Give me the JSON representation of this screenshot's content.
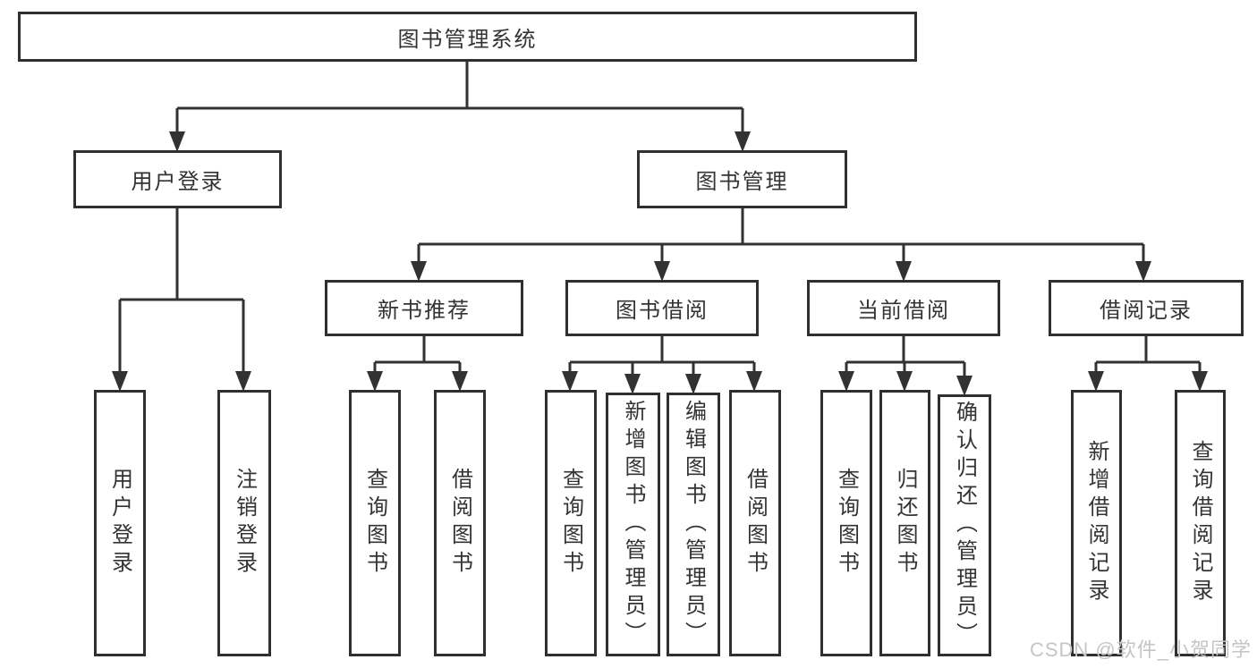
{
  "tree": {
    "label": "图书管理系统",
    "children": [
      {
        "label": "用户登录",
        "children": [
          {
            "label": "用户登录"
          },
          {
            "label": "注销登录"
          }
        ]
      },
      {
        "label": "图书管理",
        "children": [
          {
            "label": "新书推荐",
            "children": [
              {
                "label": "查询图书"
              },
              {
                "label": "借阅图书"
              }
            ]
          },
          {
            "label": "图书借阅",
            "children": [
              {
                "label": "查询图书"
              },
              {
                "label": "新增图书（管理员）"
              },
              {
                "label": "编辑图书（管理员）"
              },
              {
                "label": "借阅图书"
              }
            ]
          },
          {
            "label": "当前借阅",
            "children": [
              {
                "label": "查询图书"
              },
              {
                "label": "归还图书"
              },
              {
                "label": "确认归还（管理员）"
              }
            ]
          },
          {
            "label": "借阅记录",
            "children": [
              {
                "label": "新增借阅记录"
              },
              {
                "label": "查询借阅记录"
              }
            ]
          }
        ]
      }
    ]
  },
  "watermark": {
    "text": "CSDN @软件_小贺同学"
  },
  "colors": {
    "line": "#323232",
    "box_border": "#2f2f2f",
    "text": "#333333",
    "watermark": "#c5c5c5",
    "background": "#ffffff"
  }
}
